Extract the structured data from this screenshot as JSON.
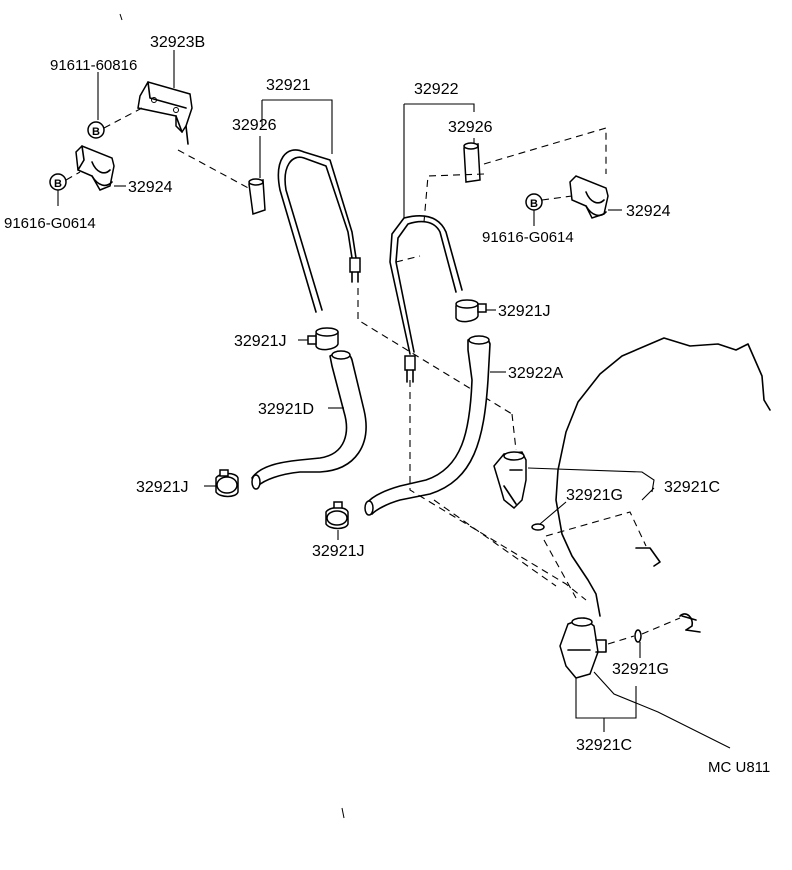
{
  "labels": {
    "p32923B": "32923B",
    "p91611": "91611-60816",
    "p32924_left": "32924",
    "p91616_left": "91616-G0614",
    "p32921": "32921",
    "p32926_left": "32926",
    "p32922": "32922",
    "p32926_right": "32926",
    "p32924_right": "32924",
    "p91616_right": "91616-G0614",
    "p32921J_right": "32921J",
    "p32921J_mid": "32921J",
    "p32922A": "32922A",
    "p32921D": "32921D",
    "p32921J_left": "32921J",
    "p32921G_upper": "32921G",
    "p32921C_upper": "32921C",
    "p32921J_bottom": "32921J",
    "p32921G_lower": "32921G",
    "p32921C_lower": "32921C",
    "ref_code": "MC U811"
  },
  "bolt_marks": {
    "upper_left": "B",
    "lower_left": "B",
    "right": "B"
  }
}
